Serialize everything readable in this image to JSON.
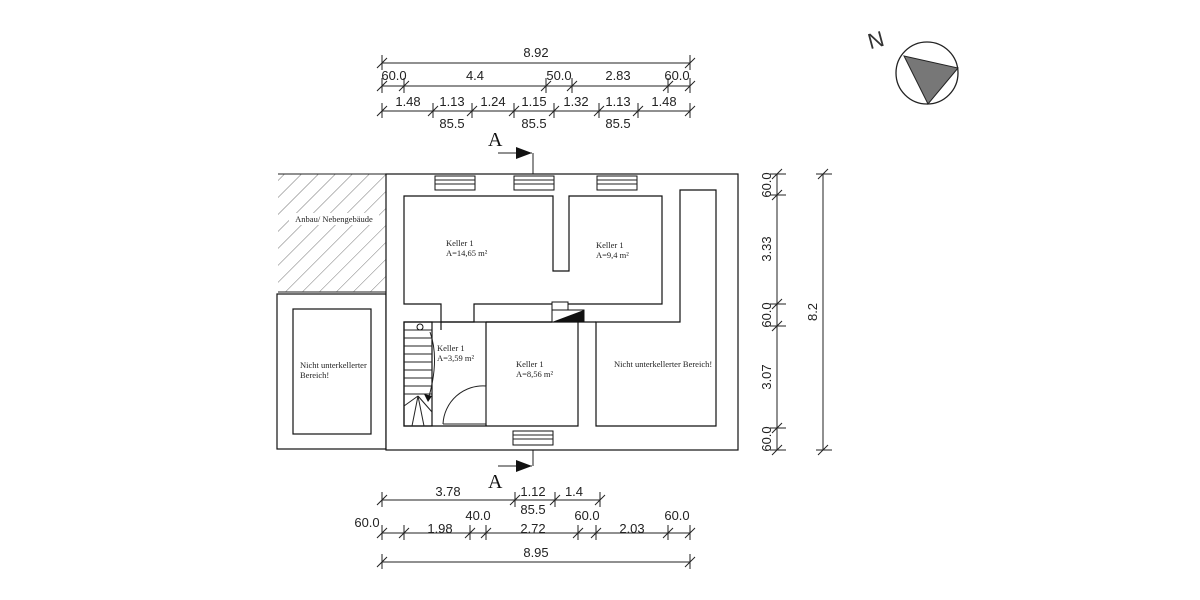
{
  "north_label": "N",
  "section_marker": "A",
  "top_dims": {
    "overall": "8.92",
    "row2": [
      "60.0",
      "4.4",
      "50.0",
      "2.83",
      "60.0"
    ],
    "row3": [
      "1.48",
      "1.13",
      "1.24",
      "1.15",
      "1.32",
      "1.13",
      "1.48"
    ],
    "row3_sub": [
      "85.5",
      "85.5",
      "85.5"
    ]
  },
  "bottom_dims": {
    "row1": [
      "3.78",
      "1.12",
      "1.4"
    ],
    "row1_sub": "85.5",
    "row2": [
      "60.0",
      "1.98",
      "40.0",
      "2.72",
      "60.0",
      "2.03",
      "60.0"
    ],
    "overall": "8.95"
  },
  "right_dims": {
    "segments": [
      "60.0",
      "3.33",
      "60.0",
      "3.07",
      "60.0"
    ],
    "overall": "8.2"
  },
  "rooms": {
    "annex": "Anbau/ Nebengebäude",
    "keller_a_name": "Keller 1",
    "keller_a_area": "A=14,65 m²",
    "keller_b_name": "Keller 1",
    "keller_b_area": "A=9,4 m²",
    "keller_c_name": "Keller 1",
    "keller_c_area": "A=3,59 m²",
    "keller_d_name": "Keller 1",
    "keller_d_area": "A=8,56 m²",
    "unbasement_left_1": "Nicht unterkellerter",
    "unbasement_left_2": "Bereich!",
    "unbasement_right": "Nicht unterkellerter Bereich!"
  }
}
